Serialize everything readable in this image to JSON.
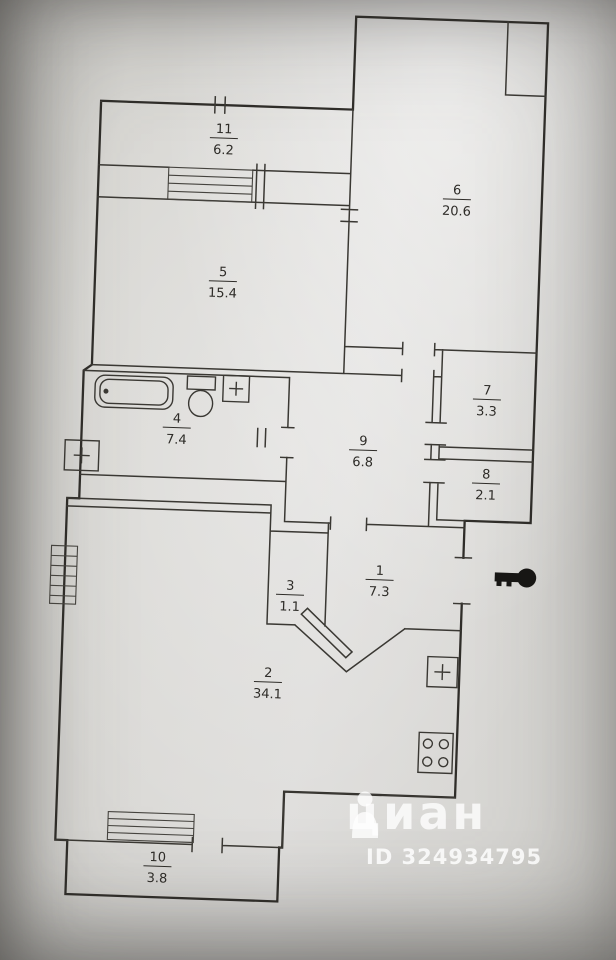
{
  "rooms": [
    {
      "number": "11",
      "area": "6.2"
    },
    {
      "number": "6",
      "area": "20.6"
    },
    {
      "number": "5",
      "area": "15.4"
    },
    {
      "number": "7",
      "area": "3.3"
    },
    {
      "number": "4",
      "area": "7.4"
    },
    {
      "number": "9",
      "area": "6.8"
    },
    {
      "number": "8",
      "area": "2.1"
    },
    {
      "number": "3",
      "area": "1.1"
    },
    {
      "number": "1",
      "area": "7.3"
    },
    {
      "number": "2",
      "area": "34.1"
    },
    {
      "number": "10",
      "area": "3.8"
    }
  ],
  "watermark": {
    "brand": "циан",
    "listing_id": "ID 324934795"
  },
  "icons": {
    "entry_key": "door-key-icon",
    "bathtub": "bathtub-icon",
    "toilet": "toilet-icon",
    "bath_sink": "sink-cross-icon",
    "wash_unit": "washbasin-cross-icon",
    "kitchen_sink": "kitchen-sink-cross-icon",
    "stove": "stove-burners-icon",
    "brand_person": "person-logo-icon"
  },
  "colors": {
    "paper": "#d8d7d3",
    "line": "#3a3833",
    "watermark": "#ffffff",
    "key": "#171614"
  }
}
